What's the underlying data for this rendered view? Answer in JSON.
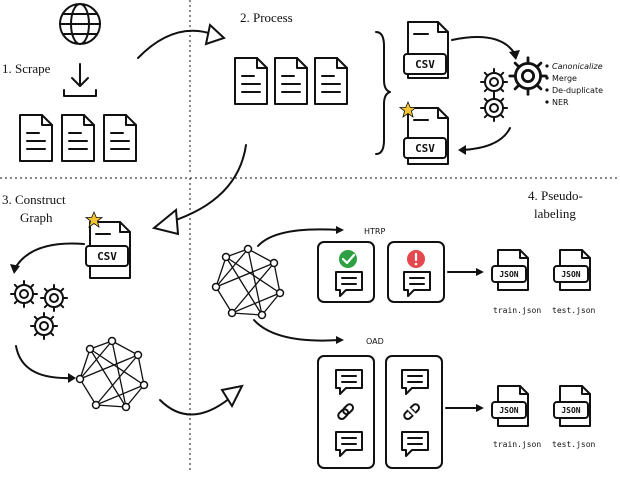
{
  "stages": {
    "scrape": {
      "label": "1. Scrape"
    },
    "process": {
      "label": "2. Process",
      "steps": [
        "Canonicalize",
        "Merge",
        "De-duplicate",
        "NER"
      ]
    },
    "construct": {
      "label_line1": "3. Construct",
      "label_line2": "Graph"
    },
    "pseudo": {
      "label_line1": "4. Pseudo-",
      "label_line2": "labeling"
    }
  },
  "csv_label": "CSV",
  "json_label": "JSON",
  "tasks": {
    "htrp": {
      "label": "HTRP",
      "train_file": "train.json",
      "test_file": "test.json"
    },
    "oad": {
      "label": "OAD",
      "train_file": "train.json",
      "test_file": "test.json"
    }
  },
  "colors": {
    "check": "#2ea043",
    "alert": "#e5484d",
    "star": "#f6c431",
    "ink": "#111111"
  }
}
